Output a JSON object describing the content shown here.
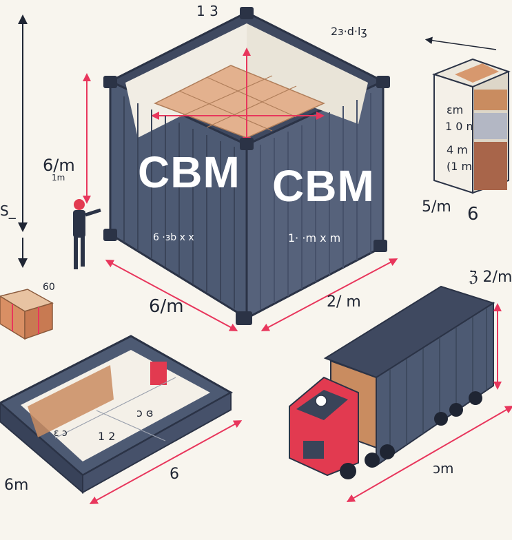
{
  "main_container": {
    "front_label": "CBM",
    "side_label": "CBM",
    "front_dims": "6 ·ɜb x x",
    "side_dims": "1· ·m x m"
  },
  "dimensions": {
    "top": "1 3",
    "top_right": "2ɜ·d·lʒ",
    "height": "6/m",
    "height_sub": "1m",
    "left_s": "S_",
    "width_left": "6/m",
    "width_right": "2/ m",
    "box_label": "60",
    "platform_width": "6m",
    "platform_length": "6",
    "truck_length": "ɔm",
    "truck_height": "ℨ 2/m",
    "pallet_width": "5/m",
    "pallet_length": "6",
    "pallet_labels": [
      "ɛm",
      "1 0 n",
      "4 m",
      "(1 m"
    ],
    "floor_labels": [
      "ɛ ɔ",
      "1 2",
      "ɔ ɞ"
    ]
  },
  "colors": {
    "container": "#4d5a73",
    "container_dark": "#384259",
    "accent": "#e8365c",
    "truck_cab": "#e23a50",
    "wood": "#e3b18e"
  }
}
